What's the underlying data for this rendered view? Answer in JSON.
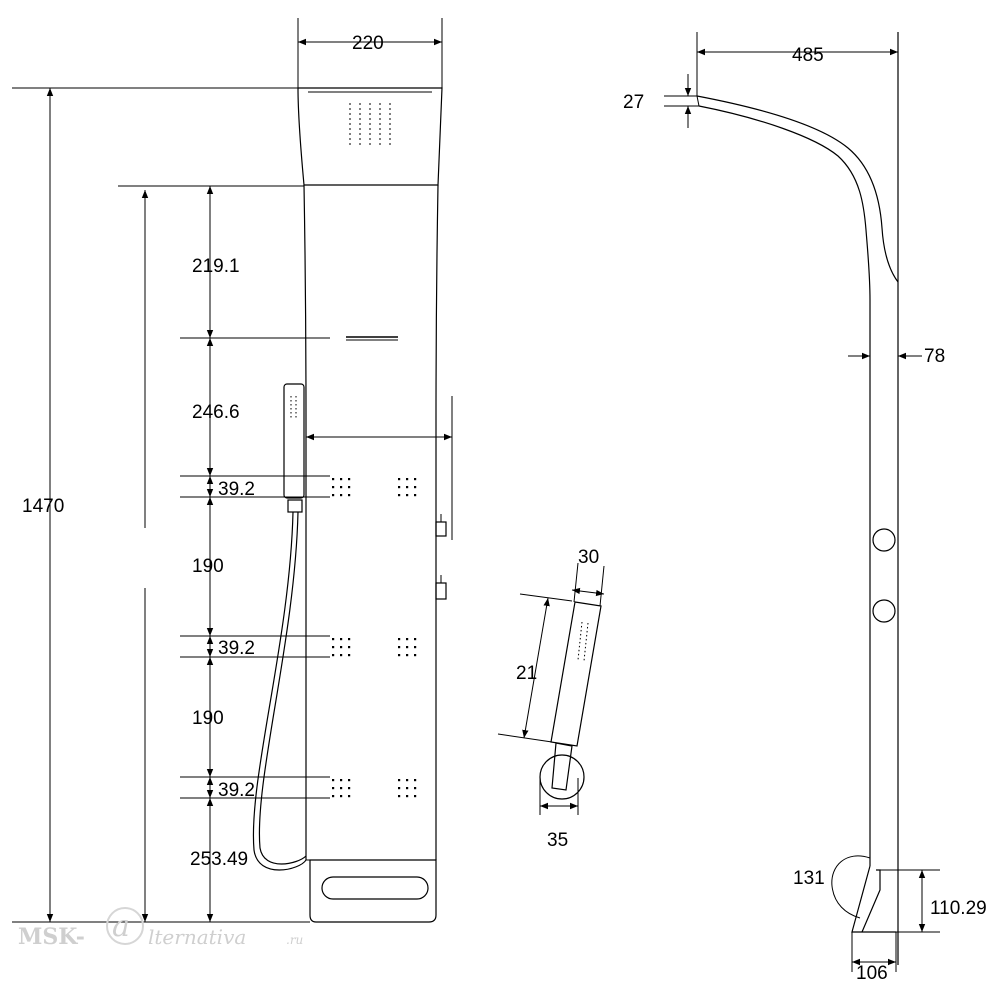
{
  "front_view": {
    "width_top": "220",
    "height_total": "1470",
    "section_1": "219.1",
    "section_2": "246.6",
    "jet_1": "39.2",
    "section_3": "190",
    "jet_2": "39.2",
    "section_4": "190",
    "jet_3": "39.2",
    "section_5": "253.49"
  },
  "hand_shower": {
    "width": "30",
    "length": "21",
    "holder_width": "35"
  },
  "side_view": {
    "projection": "485",
    "head_thickness": "27",
    "depth": "78",
    "base_angle": "131",
    "base_height": "110.29",
    "base_width": "106"
  },
  "watermark": {
    "brand_left": "MSK-",
    "brand_right": "lternativa",
    "suffix": ".ru"
  }
}
